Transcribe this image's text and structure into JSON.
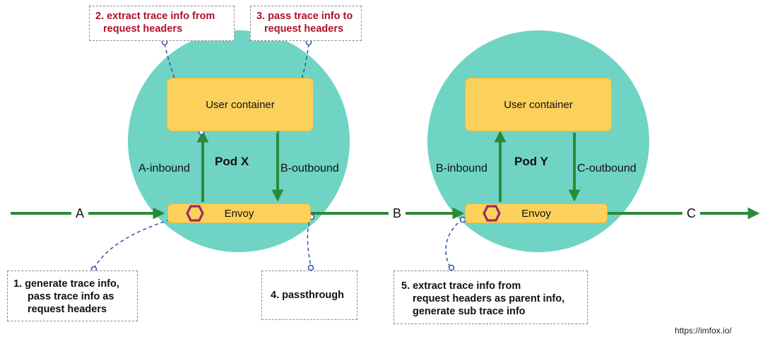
{
  "pods": [
    {
      "name": "Pod X",
      "container": "User container",
      "proxy": "Envoy",
      "inbound": "A-inbound",
      "outbound": "B-outbound"
    },
    {
      "name": "Pod Y",
      "container": "User container",
      "proxy": "Envoy",
      "inbound": "B-inbound",
      "outbound": "C-outbound"
    }
  ],
  "flow_labels": {
    "a": "A",
    "b": "B",
    "c": "C"
  },
  "notes": [
    {
      "lines": [
        "1. generate trace info,",
        "pass trace info as",
        "request headers"
      ]
    },
    {
      "lines": [
        "2. extract trace info from",
        "request headers"
      ]
    },
    {
      "lines": [
        "3. pass trace info to",
        "request headers"
      ]
    },
    {
      "lines": [
        "4. passthrough"
      ]
    },
    {
      "lines": [
        "5. extract trace info from",
        "request headers as parent info,",
        "generate sub trace info"
      ]
    }
  ],
  "watermark": "https://imfox.io/",
  "colors": {
    "pod": "#6fd4c4",
    "box": "#fbd15b",
    "arrow": "#2a8a3a",
    "hexagon": "#9b2a6b",
    "leader": "#2e52a8",
    "note_red": "#b0102a"
  }
}
